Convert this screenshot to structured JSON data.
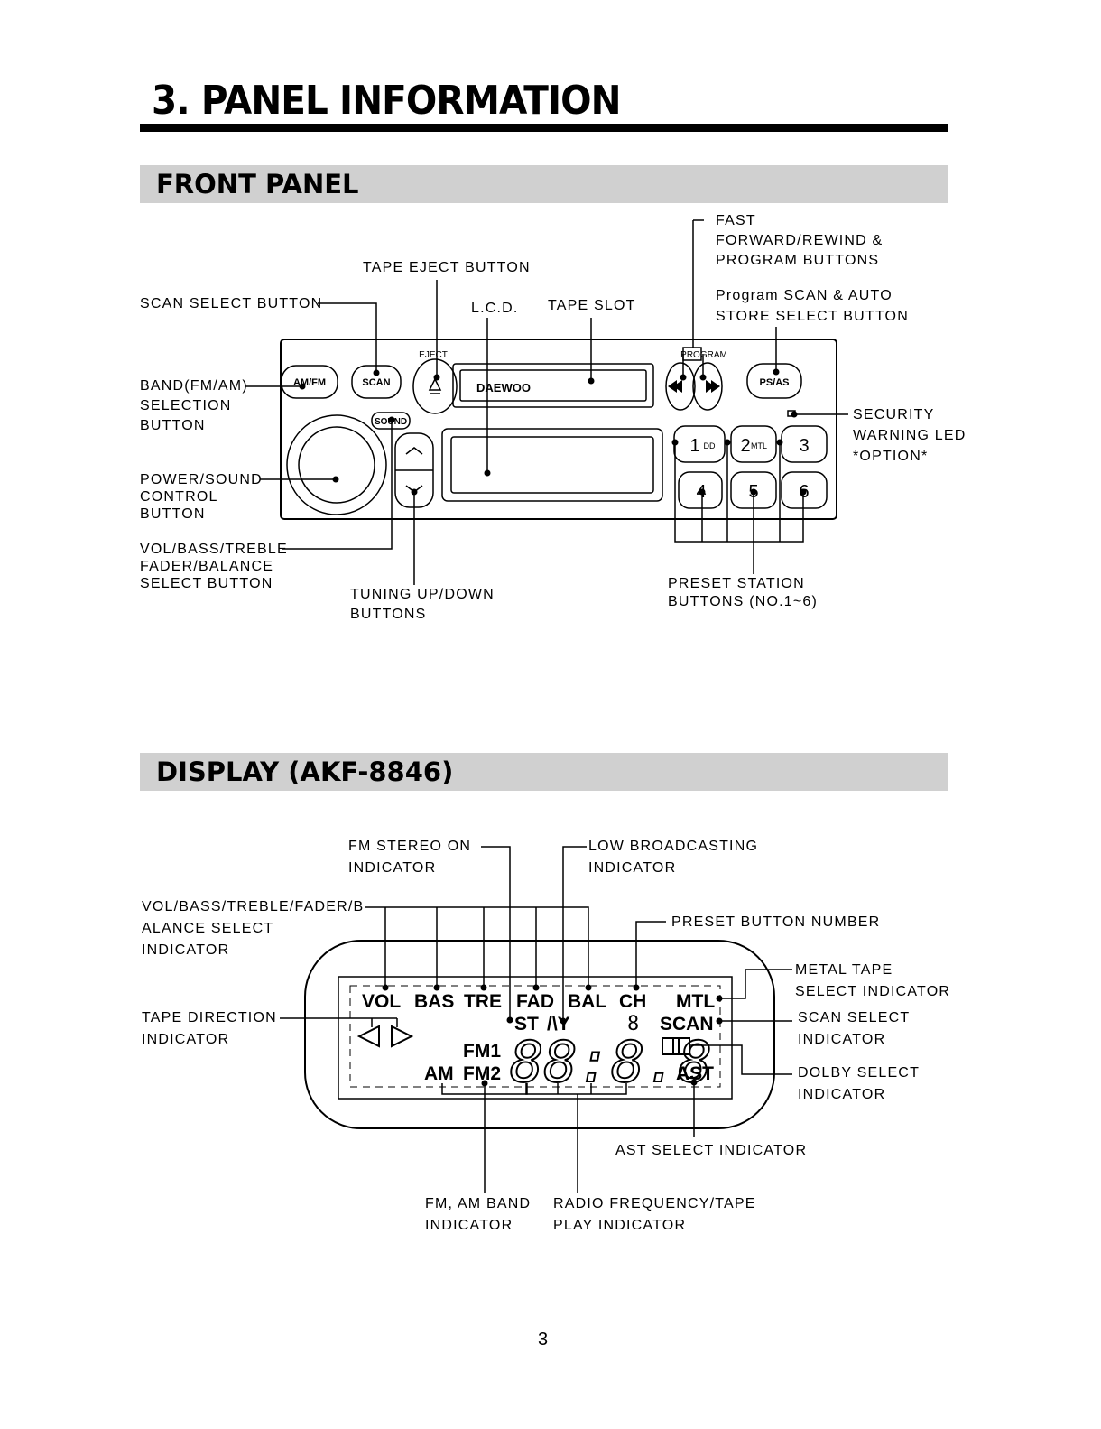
{
  "page_title": "3. PANEL INFORMATION",
  "sections": {
    "front_panel": "FRONT PANEL",
    "display": "DISPLAY (AKF-8846)"
  },
  "front_labels": {
    "tape_eject": "TAPE EJECT BUTTON",
    "scan_select": "SCAN SELECT BUTTON",
    "lcd": "L.C.D.",
    "tape_slot": "TAPE SLOT",
    "fast_forward": "FAST\nFORWARD/REWIND &\nPROGRAM BUTTONS",
    "program_scan": "Program SCAN & AUTO\nSTORE SELECT BUTTON",
    "band": "BAND(FM/AM)\nSELECTION\nBUTTON",
    "security": "SECURITY\nWARNING LED\n*OPTION*",
    "power_sound": "POWER/SOUND\nCONTROL\nBUTTON",
    "vol_bass": "VOL/BASS/TREBLE\nFADER/BALANCE\nSELECT BUTTON",
    "tuning": "TUNING UP/DOWN\nBUTTONS",
    "preset": "PRESET STATION\nBUTTONS (NO.1~6)"
  },
  "radio_markings": {
    "eject": "EJECT",
    "program": "PROGRAM",
    "brand": "DAEWOO",
    "am_fm": "AM/FM",
    "scan": "SCAN",
    "ps_as": "PS/AS",
    "sound": "SOUND",
    "presets": [
      "1",
      "2",
      "3",
      "4",
      "5",
      "6"
    ],
    "preset1_tag": "DD",
    "preset2_tag": "MTL"
  },
  "display_labels": {
    "fm_stereo": "FM STEREO ON\nINDICATOR",
    "low_broadcasting": "LOW BROADCASTING\nINDICATOR",
    "vol_select": "VOL/BASS/TREBLE/FADER/B\nALANCE SELECT\nINDICATOR",
    "preset_number": "PRESET BUTTON NUMBER",
    "metal_tape": "METAL TAPE\nSELECT INDICATOR",
    "tape_direction": "TAPE DIRECTION\nINDICATOR",
    "scan_indicator": "SCAN SELECT\nINDICATOR",
    "dolby": "DOLBY SELECT\nINDICATOR",
    "ast": "AST SELECT INDICATOR",
    "fm_am_band": "FM, AM BAND\nINDICATOR",
    "radio_freq": "RADIO FREQUENCY/TAPE\nPLAY INDICATOR"
  },
  "lcd_segments": {
    "vol": "VOL",
    "bas": "BAS",
    "tre": "TRE",
    "fad": "FAD",
    "bal": "BAL",
    "ch": "CH",
    "mtl": "MTL",
    "st": "ST",
    "lo": "/\\Y",
    "scan": "SCAN",
    "fm1": "FM1",
    "am": "AM",
    "fm2": "FM2",
    "ast": "AST",
    "digits": "88:8.8",
    "ch_digit": "8"
  },
  "page_number": "3"
}
